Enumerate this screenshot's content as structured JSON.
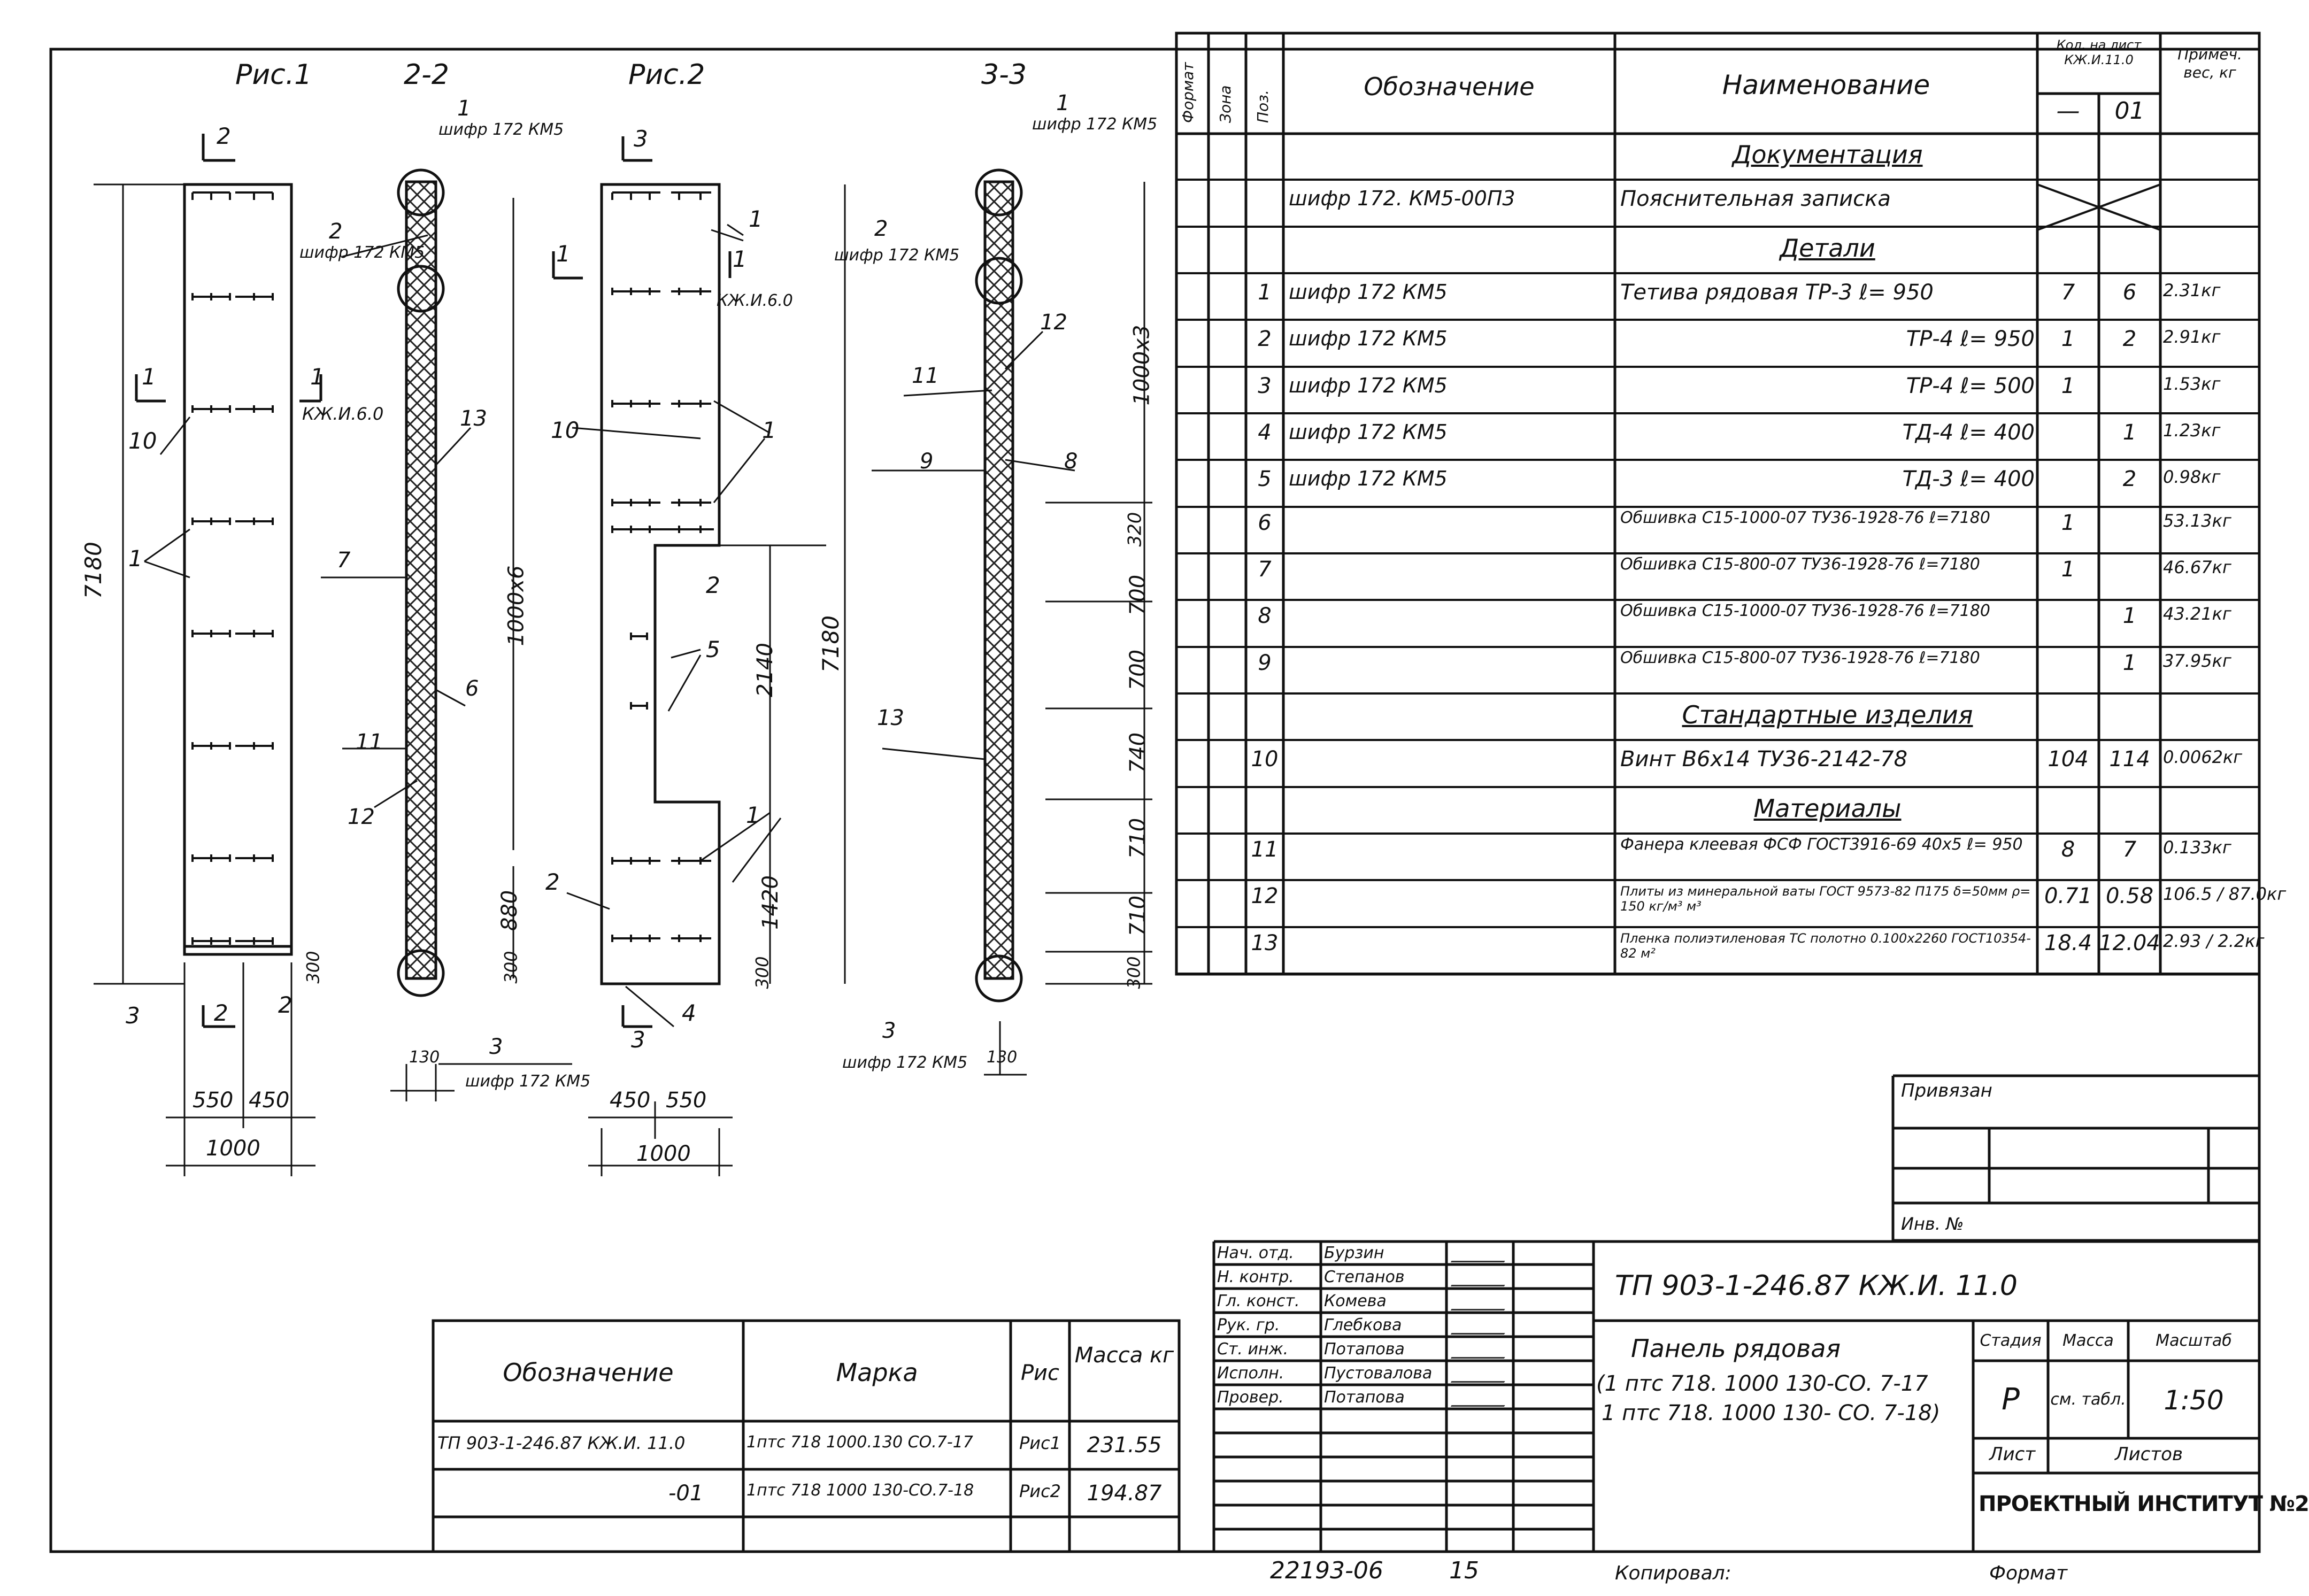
{
  "drawing": {
    "fig1_title": "Рис.1",
    "sec22_title": "2-2",
    "fig2_title": "Рис.2",
    "sec33_title": "3-3",
    "fig1": {
      "h_total": "7180",
      "w_550": "550",
      "w_450": "450",
      "w_total": "1000",
      "d_300": "300",
      "cut2_top": "2",
      "cut2_bot": "2",
      "cut1_l": "1",
      "cut1_r": "1",
      "kzh_ref": "КЖ.И.6.0",
      "c10": "10",
      "c1": "1",
      "c3": "3",
      "c2": "2"
    },
    "sec22": {
      "ref_top_num": "1",
      "ref_top_text": "шифр 172 КМ5",
      "ref_mid_num": "2",
      "ref_mid_text": "шифр 172 КМ5",
      "ref_bot_num": "3",
      "ref_bot_text": "шифр 172 КМ5",
      "d_1000x6": "1000x6",
      "d_880": "880",
      "d_300": "300",
      "d_130": "130",
      "c13": "13",
      "c7": "7",
      "c6": "6",
      "c11": "11",
      "c12": "12"
    },
    "fig2": {
      "h_total": "7180",
      "d_2140": "2140",
      "d_1420": "1420",
      "d_300": "300",
      "w_450": "450",
      "w_550": "550",
      "w_total": "1000",
      "cut3_top": "3",
      "cut3_bot": "3",
      "cut1": "1",
      "cut1b": "1",
      "kzh_ref": "КЖ.И.6.0",
      "c1a": "1",
      "c1b": "1",
      "c1c": "1",
      "c10": "10",
      "c2": "2",
      "c5": "5",
      "c2b": "2",
      "c4": "4"
    },
    "sec33": {
      "ref_top_num": "1",
      "ref_top_text": "шифр 172 КМ5",
      "ref_mid_num": "2",
      "ref_mid_text": "шифр 172 КМ5",
      "ref_bot_num": "3",
      "ref_bot_text": "шифр 172 КМ5",
      "d_1000x3": "1000x3",
      "dims": [
        "320",
        "700",
        "700",
        "740",
        "710",
        "710",
        "300"
      ],
      "d_130": "130",
      "c12": "12",
      "c11": "11",
      "c9": "9",
      "c8": "8",
      "c13": "13"
    }
  },
  "spec": {
    "headers": {
      "format": "Формат",
      "zone": "Зона",
      "pos": "Поз.",
      "designation": "Обозначение",
      "name": "Наименование",
      "qty": "Кол. на лист КЖ.И.11.0",
      "qty_a": "—",
      "qty_b": "01",
      "note": "Примеч. вес, кг"
    },
    "rows": [
      {
        "pos": "",
        "des": "",
        "name": "Документация",
        "section": true,
        "qa": "",
        "qb": "",
        "note": ""
      },
      {
        "pos": "",
        "des": "шифр 172. КМ5-00П3",
        "name": "Пояснительная записка",
        "section": false,
        "qa": "",
        "qb": "",
        "note": "",
        "cross": true
      },
      {
        "pos": "",
        "des": "",
        "name": "Детали",
        "section": true,
        "qa": "",
        "qb": "",
        "note": ""
      },
      {
        "pos": "1",
        "des": "шифр 172  КМ5",
        "name": "Тетива рядовая ТР-3   ℓ= 950",
        "section": false,
        "qa": "7",
        "qb": "6",
        "note": "2.31кг"
      },
      {
        "pos": "2",
        "des": "шифр 172  КМ5",
        "name": "ТР-4   ℓ= 950",
        "section": false,
        "right": true,
        "qa": "1",
        "qb": "2",
        "note": "2.91кг"
      },
      {
        "pos": "3",
        "des": "шифр 172  КМ5",
        "name": "ТР-4   ℓ= 500",
        "section": false,
        "right": true,
        "qa": "1",
        "qb": "",
        "note": "1.53кг"
      },
      {
        "pos": "4",
        "des": "шифр 172  КМ5",
        "name": "ТД-4   ℓ= 400",
        "section": false,
        "right": true,
        "qa": "",
        "qb": "1",
        "note": "1.23кг"
      },
      {
        "pos": "5",
        "des": "шифр 172  КМ5",
        "name": "ТД-3   ℓ= 400",
        "section": false,
        "right": true,
        "qa": "",
        "qb": "2",
        "note": "0.98кг"
      },
      {
        "pos": "6",
        "des": "",
        "name": "Обшивка С15-1000-07 ТУ36-1928-76 ℓ=7180",
        "small": true,
        "section": false,
        "qa": "1",
        "qb": "",
        "note": "53.13кг"
      },
      {
        "pos": "7",
        "des": "",
        "name": "Обшивка С15-800-07 ТУ36-1928-76 ℓ=7180",
        "small": true,
        "section": false,
        "qa": "1",
        "qb": "",
        "note": "46.67кг"
      },
      {
        "pos": "8",
        "des": "",
        "name": "Обшивка С15-1000-07 ТУ36-1928-76 ℓ=7180",
        "small": true,
        "section": false,
        "qa": "",
        "qb": "1",
        "note": "43.21кг"
      },
      {
        "pos": "9",
        "des": "",
        "name": "Обшивка С15-800-07 ТУ36-1928-76 ℓ=7180",
        "small": true,
        "section": false,
        "qa": "",
        "qb": "1",
        "note": "37.95кг"
      },
      {
        "pos": "",
        "des": "",
        "name": "Стандартные изделия",
        "section": true,
        "qa": "",
        "qb": "",
        "note": ""
      },
      {
        "pos": "10",
        "des": "",
        "name": "Винт     В6х14 ТУ36-2142-78",
        "section": false,
        "qa": "104",
        "qb": "114",
        "note": "0.0062кг"
      },
      {
        "pos": "",
        "des": "",
        "name": "Материалы",
        "section": true,
        "qa": "",
        "qb": "",
        "note": ""
      },
      {
        "pos": "11",
        "des": "",
        "name": "Фанера клеевая ФСФ ГОСТ3916-69 40х5  ℓ= 950",
        "small": true,
        "section": false,
        "qa": "8",
        "qb": "7",
        "note": "0.133кг"
      },
      {
        "pos": "12",
        "des": "",
        "name": "Плиты из минеральной ваты ГОСТ 9573-82 П175 δ=50мм ρ= 150 кг/м³  м³",
        "small": true,
        "section": false,
        "qa": "0.71",
        "qb": "0.58",
        "note": "106.5 / 87.0кг"
      },
      {
        "pos": "13",
        "des": "",
        "name": "Пленка полиэтиленовая ТС полотно 0.100х2260 ГОСТ10354-82 м²",
        "small": true,
        "section": false,
        "qa": "18.4",
        "qb": "12.04",
        "note": "2.93 / 2.2кг"
      }
    ]
  },
  "privyazan": {
    "title": "Привязан",
    "inv": "Инв. №"
  },
  "marks": {
    "h_designation": "Обозначение",
    "h_mark": "Марка",
    "h_fig": "Рис",
    "h_mass": "Масса кг",
    "rows": [
      {
        "des": "ТП 903-1-246.87  КЖ.И. 11.0",
        "mark": "1птс 718 1000.130 СО.7-17",
        "fig": "Рис1",
        "mass": "231.55"
      },
      {
        "des": "-01",
        "mark": "1птс 718 1000 130-СО.7-18",
        "fig": "Рис2",
        "mass": "194.87"
      }
    ]
  },
  "title_block": {
    "code": "ТП 903-1-246.87  КЖ.И. 11.0",
    "name_line1": "Панель рядовая",
    "name_line2": "(1 птс 718. 1000 130-СО. 7-17",
    "name_line3": "1 птс 718. 1000  130- СО. 7-18)",
    "stage_h": "Стадия",
    "mass_h": "Масса",
    "scale_h": "Масштаб",
    "stage": "Р",
    "mass": "см. табл.",
    "scale": "1:50",
    "sheet_h": "Лист",
    "sheets_h": "Листов",
    "org": "ПРОЕКТНЫЙ ИНСТИТУТ №2",
    "people": [
      {
        "role": "Нач. отд.",
        "name": "Бурзин"
      },
      {
        "role": "Н. контр.",
        "name": "Степанов"
      },
      {
        "role": "Гл. конст.",
        "name": "Комева"
      },
      {
        "role": "Рук. гр.",
        "name": "Глебкова"
      },
      {
        "role": "Ст. инж.",
        "name": "Потапова"
      },
      {
        "role": "Исполн.",
        "name": "Пустовалова"
      },
      {
        "role": "Провер.",
        "name": "Потапова"
      }
    ]
  },
  "footer": {
    "num": "22193-06",
    "page": "15",
    "copied": "Копировал:",
    "format": "Формат"
  }
}
